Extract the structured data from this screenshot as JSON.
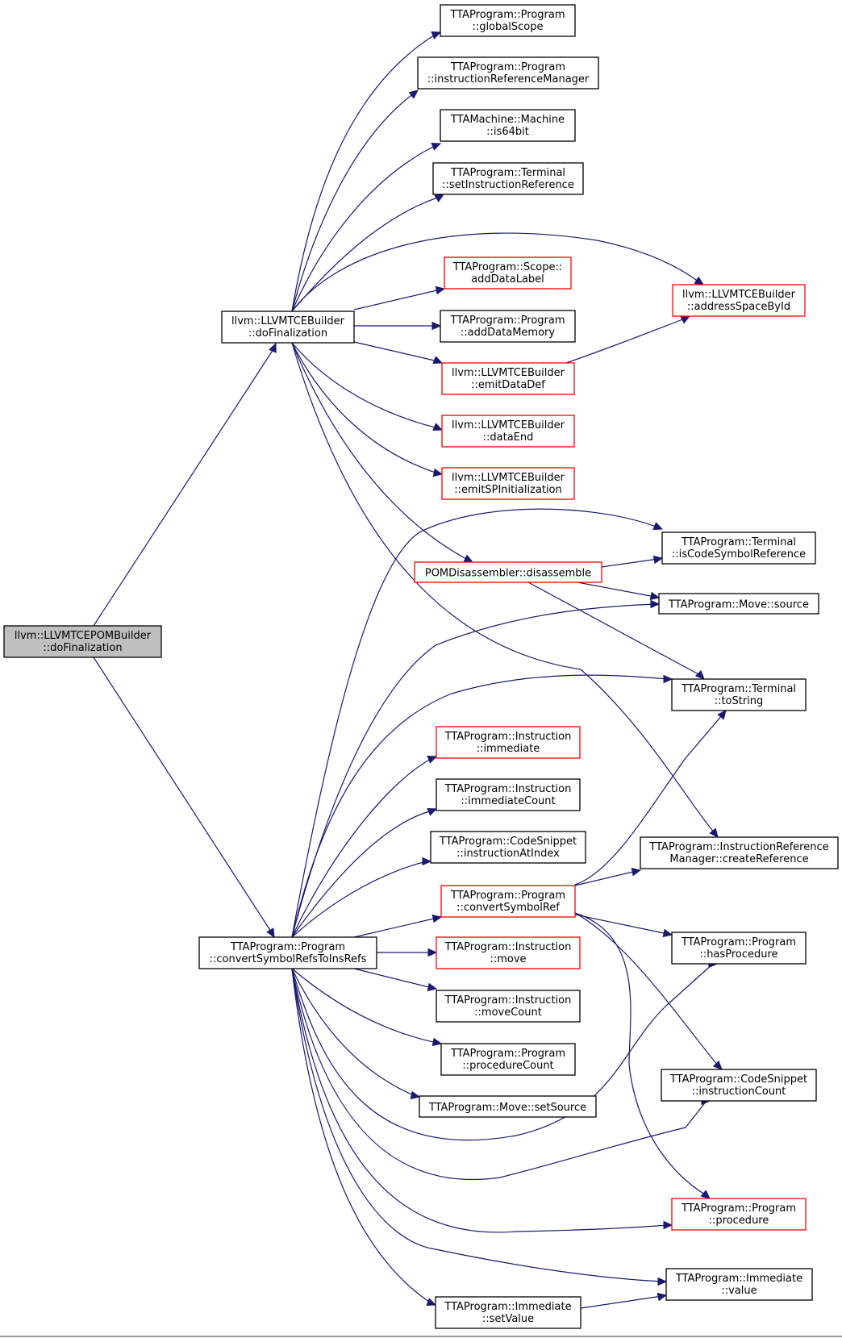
{
  "nodes": [
    {
      "id": "root",
      "line1": "llvm::LLVMTCEPOMBuilder",
      "line2": "::doFinalization",
      "style": "root"
    },
    {
      "id": "tce_dofin",
      "line1": "llvm::LLVMTCEBuilder",
      "line2": "::doFinalization",
      "style": "black"
    },
    {
      "id": "convert_refs",
      "line1": "TTAProgram::Program",
      "line2": "::convertSymbolRefsToInsRefs",
      "style": "black"
    },
    {
      "id": "global_scope",
      "line1": "TTAProgram::Program",
      "line2": "::globalScope",
      "style": "black"
    },
    {
      "id": "irm",
      "line1": "TTAProgram::Program",
      "line2": "::instructionReferenceManager",
      "style": "black"
    },
    {
      "id": "is64",
      "line1": "TTAMachine::Machine",
      "line2": "::is64bit",
      "style": "black"
    },
    {
      "id": "set_ir",
      "line1": "TTAProgram::Terminal",
      "line2": "::setInstructionReference",
      "style": "black"
    },
    {
      "id": "add_label",
      "line1": "TTAProgram::Scope::",
      "line2": "addDataLabel",
      "style": "red"
    },
    {
      "id": "as_by_id",
      "line1": "llvm::LLVMTCEBuilder",
      "line2": "::addressSpaceById",
      "style": "red"
    },
    {
      "id": "add_mem",
      "line1": "TTAProgram::Program",
      "line2": "::addDataMemory",
      "style": "black"
    },
    {
      "id": "emit_def",
      "line1": "llvm::LLVMTCEBuilder",
      "line2": "::emitDataDef",
      "style": "red"
    },
    {
      "id": "data_end",
      "line1": "llvm::LLVMTCEBuilder",
      "line2": "::dataEnd",
      "style": "red"
    },
    {
      "id": "emit_sp",
      "line1": "llvm::LLVMTCEBuilder",
      "line2": "::emitSPInitialization",
      "style": "red"
    },
    {
      "id": "is_code_sym",
      "line1": "TTAProgram::Terminal",
      "line2": "::isCodeSymbolReference",
      "style": "black"
    },
    {
      "id": "pom_dis",
      "line1": "POMDisassembler::disassemble",
      "line2": "",
      "style": "red"
    },
    {
      "id": "move_src",
      "line1": "TTAProgram::Move::source",
      "line2": "",
      "style": "black"
    },
    {
      "id": "to_string",
      "line1": "TTAProgram::Terminal",
      "line2": "::toString",
      "style": "black"
    },
    {
      "id": "immediate",
      "line1": "TTAProgram::Instruction",
      "line2": "::immediate",
      "style": "red"
    },
    {
      "id": "imm_count",
      "line1": "TTAProgram::Instruction",
      "line2": "::immediateCount",
      "style": "black"
    },
    {
      "id": "instr_at",
      "line1": "TTAProgram::CodeSnippet",
      "line2": "::instructionAtIndex",
      "style": "black"
    },
    {
      "id": "create_ref",
      "line1": "TTAProgram::InstructionReference",
      "line2": "Manager::createReference",
      "style": "black"
    },
    {
      "id": "conv_sym",
      "line1": "TTAProgram::Program",
      "line2": "::convertSymbolRef",
      "style": "red"
    },
    {
      "id": "has_proc",
      "line1": "TTAProgram::Program",
      "line2": "::hasProcedure",
      "style": "black"
    },
    {
      "id": "instr_move",
      "line1": "TTAProgram::Instruction",
      "line2": "::move",
      "style": "red"
    },
    {
      "id": "move_count",
      "line1": "TTAProgram::Instruction",
      "line2": "::moveCount",
      "style": "black"
    },
    {
      "id": "proc_count",
      "line1": "TTAProgram::Program",
      "line2": "::procedureCount",
      "style": "black"
    },
    {
      "id": "instr_count",
      "line1": "TTAProgram::CodeSnippet",
      "line2": "::instructionCount",
      "style": "black"
    },
    {
      "id": "set_source",
      "line1": "TTAProgram::Move::setSource",
      "line2": "",
      "style": "black"
    },
    {
      "id": "procedure",
      "line1": "TTAProgram::Program",
      "line2": "::procedure",
      "style": "red"
    },
    {
      "id": "imm_value",
      "line1": "TTAProgram::Immediate",
      "line2": "::value",
      "style": "black"
    },
    {
      "id": "set_value",
      "line1": "TTAProgram::Immediate",
      "line2": "::setValue",
      "style": "black"
    }
  ],
  "edges": [
    {
      "from": "root",
      "to": "tce_dofin"
    },
    {
      "from": "root",
      "to": "convert_refs"
    },
    {
      "from": "tce_dofin",
      "to": "global_scope"
    },
    {
      "from": "tce_dofin",
      "to": "irm"
    },
    {
      "from": "tce_dofin",
      "to": "is64"
    },
    {
      "from": "tce_dofin",
      "to": "set_ir"
    },
    {
      "from": "tce_dofin",
      "to": "as_by_id"
    },
    {
      "from": "tce_dofin",
      "to": "add_label"
    },
    {
      "from": "tce_dofin",
      "to": "add_mem"
    },
    {
      "from": "tce_dofin",
      "to": "emit_def"
    },
    {
      "from": "tce_dofin",
      "to": "data_end"
    },
    {
      "from": "tce_dofin",
      "to": "emit_sp"
    },
    {
      "from": "tce_dofin",
      "to": "pom_dis"
    },
    {
      "from": "tce_dofin",
      "to": "create_ref"
    },
    {
      "from": "emit_def",
      "to": "as_by_id"
    },
    {
      "from": "pom_dis",
      "to": "is_code_sym"
    },
    {
      "from": "pom_dis",
      "to": "move_src"
    },
    {
      "from": "pom_dis",
      "to": "to_string"
    },
    {
      "from": "convert_refs",
      "to": "is_code_sym"
    },
    {
      "from": "convert_refs",
      "to": "move_src"
    },
    {
      "from": "convert_refs",
      "to": "to_string"
    },
    {
      "from": "convert_refs",
      "to": "immediate"
    },
    {
      "from": "convert_refs",
      "to": "imm_count"
    },
    {
      "from": "convert_refs",
      "to": "instr_at"
    },
    {
      "from": "convert_refs",
      "to": "conv_sym"
    },
    {
      "from": "convert_refs",
      "to": "instr_move"
    },
    {
      "from": "convert_refs",
      "to": "move_count"
    },
    {
      "from": "convert_refs",
      "to": "proc_count"
    },
    {
      "from": "convert_refs",
      "to": "set_source"
    },
    {
      "from": "convert_refs",
      "to": "has_proc"
    },
    {
      "from": "convert_refs",
      "to": "instr_count"
    },
    {
      "from": "convert_refs",
      "to": "procedure"
    },
    {
      "from": "convert_refs",
      "to": "imm_value"
    },
    {
      "from": "convert_refs",
      "to": "set_value"
    },
    {
      "from": "conv_sym",
      "to": "to_string"
    },
    {
      "from": "conv_sym",
      "to": "create_ref"
    },
    {
      "from": "conv_sym",
      "to": "has_proc"
    },
    {
      "from": "conv_sym",
      "to": "instr_count"
    },
    {
      "from": "conv_sym",
      "to": "procedure"
    },
    {
      "from": "set_value",
      "to": "imm_value"
    }
  ]
}
